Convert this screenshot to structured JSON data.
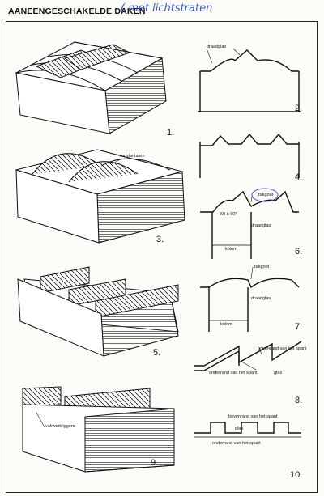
{
  "title": "AANEENGESCHAKELDE DAKEN",
  "handwritten_note": "( met lichtstraten",
  "labels": {
    "draadglas_2": "draadglas",
    "rupslantaarn": "rupslantaarn",
    "zakgoot_6": "zakgoot",
    "angle_6": "60 à 90°",
    "draadglas_6": "draadglas",
    "kolom_6": "kolom",
    "zakgoot_7": "zakgoot",
    "draadglas_7": "draadglas",
    "kolom_7": "kolom",
    "bovenrand_8": "bovenrand van het spant",
    "onderrand_8": "onderrand van het spant",
    "glas_8": "glas",
    "vakwerkliggers": "vakwerkliggers",
    "bovenrand_10": "bovenrand van het spant",
    "glas_10": "glas",
    "onderrand_10": "onderrand van het spant"
  },
  "figure_numbers": {
    "f1": "1.",
    "f2": "2.",
    "f3": "3.",
    "f4": "4.",
    "f5": "5.",
    "f6": "6.",
    "f7": "7.",
    "f8": "8.",
    "f9": "9.",
    "f10": "10."
  }
}
